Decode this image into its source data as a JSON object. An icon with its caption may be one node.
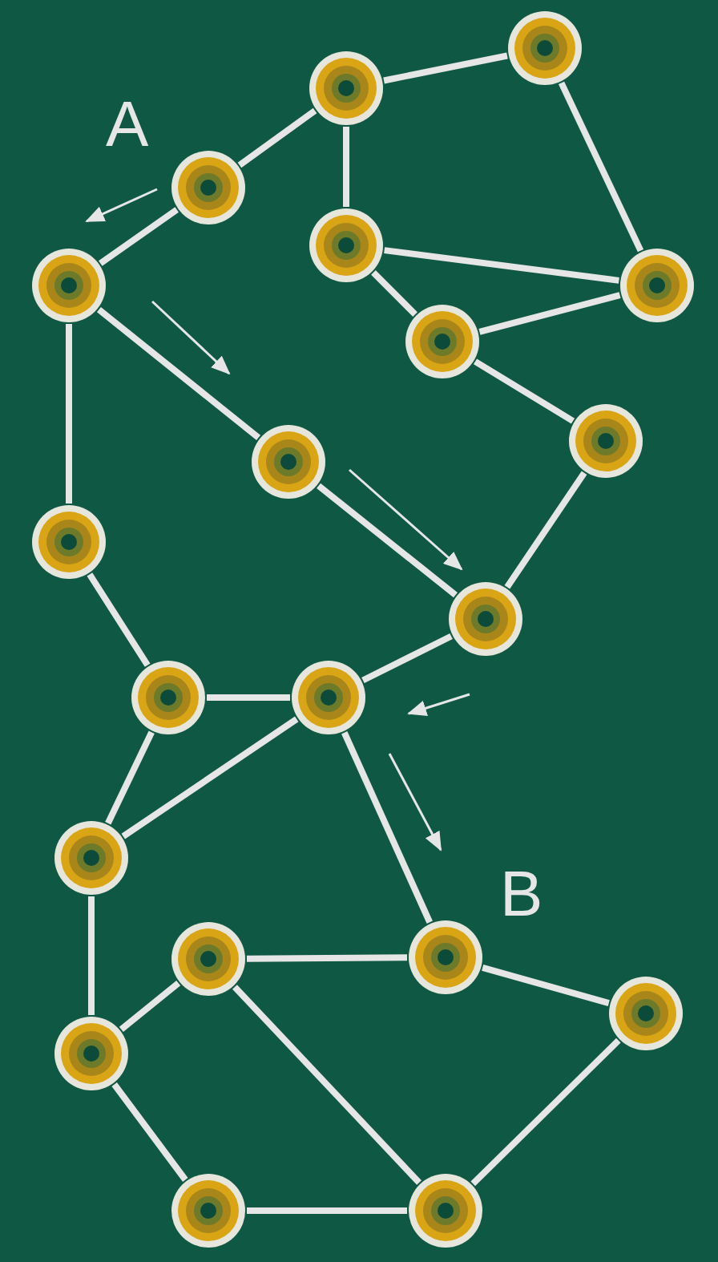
{
  "diagram": {
    "nodes": [
      {
        "text": [],
        "shape": "circle"
      },
      {
        "text": [],
        "shape": "circle"
      },
      {
        "text": [],
        "shape": "circle"
      },
      {
        "text": [],
        "shape": "circle"
      },
      {
        "text": [],
        "shape": "circle"
      },
      {
        "text": [],
        "shape": "circle"
      },
      {
        "text": [],
        "shape": "circle"
      },
      {
        "text": [],
        "shape": "circle"
      },
      {
        "text": [],
        "shape": "circle"
      },
      {
        "text": [],
        "shape": "circle"
      },
      {
        "text": [],
        "shape": "circle"
      },
      {
        "text": [],
        "shape": "circle"
      },
      {
        "text": [],
        "shape": "circle"
      },
      {
        "text": [],
        "shape": "circle"
      },
      {
        "text": [],
        "shape": "circle"
      },
      {
        "text": [],
        "shape": "circle"
      },
      {
        "text": [],
        "shape": "circle"
      },
      {
        "text": [],
        "shape": "circle"
      },
      {
        "text": [],
        "shape": "circle"
      },
      {
        "text": [],
        "shape": "circle"
      }
    ],
    "edges": [
      {
        "from": 1,
        "to": 0,
        "arrow": "none"
      },
      {
        "from": 0,
        "to": 5,
        "arrow": "none"
      },
      {
        "from": 1,
        "to": 2,
        "arrow": "none"
      },
      {
        "from": 1,
        "to": 3,
        "arrow": "none"
      },
      {
        "from": 3,
        "to": 5,
        "arrow": "none"
      },
      {
        "from": 3,
        "to": 6,
        "arrow": "none"
      },
      {
        "from": 6,
        "to": 5,
        "arrow": "none"
      },
      {
        "from": 6,
        "to": 7,
        "arrow": "none"
      },
      {
        "from": 7,
        "to": 10,
        "arrow": "none"
      },
      {
        "from": 2,
        "to": 4,
        "arrow": "none"
      },
      {
        "from": 4,
        "to": 8,
        "arrow": "none"
      },
      {
        "from": 8,
        "to": 10,
        "arrow": "none"
      },
      {
        "from": 4,
        "to": 9,
        "arrow": "none"
      },
      {
        "from": 9,
        "to": 11,
        "arrow": "none"
      },
      {
        "from": 11,
        "to": 12,
        "arrow": "none"
      },
      {
        "from": 12,
        "to": 10,
        "arrow": "none"
      },
      {
        "from": 12,
        "to": 13,
        "arrow": "none"
      },
      {
        "from": 11,
        "to": 13,
        "arrow": "none"
      },
      {
        "from": 13,
        "to": 17,
        "arrow": "none"
      },
      {
        "from": 12,
        "to": 15,
        "arrow": "none"
      },
      {
        "from": 14,
        "to": 15,
        "arrow": "none"
      },
      {
        "from": 14,
        "to": 17,
        "arrow": "none"
      },
      {
        "from": 14,
        "to": 19,
        "arrow": "none"
      },
      {
        "from": 15,
        "to": 16,
        "arrow": "none"
      },
      {
        "from": 16,
        "to": 19,
        "arrow": "none"
      },
      {
        "from": 17,
        "to": 18,
        "arrow": "none"
      },
      {
        "from": 18,
        "to": 19,
        "arrow": "none"
      }
    ],
    "labels": [
      "A",
      "B"
    ]
  }
}
